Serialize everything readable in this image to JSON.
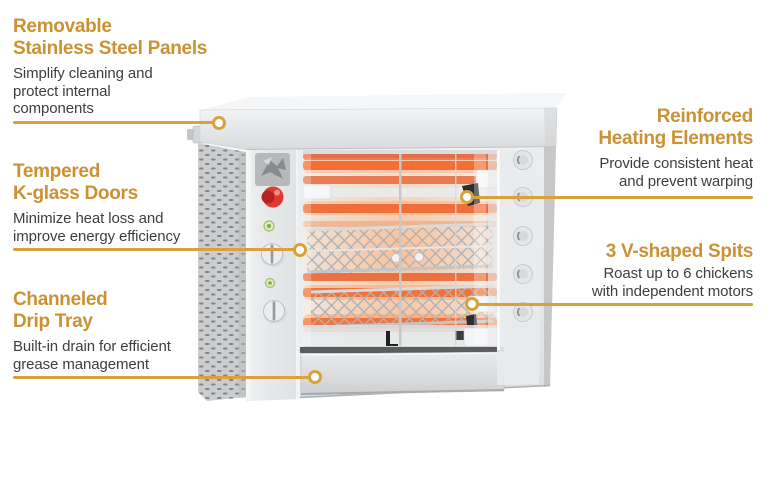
{
  "page": {
    "type": "product-feature-infographic",
    "subject": "Commercial rotisserie oven",
    "background": "#ffffff"
  },
  "colors": {
    "heading_gold": "#CB9233",
    "leader_line_gold": "#D7A23C",
    "body_text": "#3E3E3E",
    "heating_element_orange": "#E96A33",
    "stainless_steel_light": "#E9EAEC",
    "stainless_steel_dark": "#C8CACC",
    "emergency_button_red": "#DE3A32",
    "indicator_green": "#7FA843"
  },
  "callouts": [
    {
      "id": "removable-panels",
      "side": "left",
      "title": "Removable\nStainless Steel Panels",
      "description": "Simplify cleaning and\nprotect internal\ncomponents"
    },
    {
      "id": "tempered-doors",
      "side": "left",
      "title": "Tempered\nK-glass Doors",
      "description": "Minimize heat loss and\nimprove energy efficiency"
    },
    {
      "id": "drip-tray",
      "side": "left",
      "title": "Channeled\nDrip Tray",
      "description": "Built-in drain for efficient\ngrease management"
    },
    {
      "id": "heating-elements",
      "side": "right",
      "title": "Reinforced\nHeating Elements",
      "description": "Provide consistent heat\nand prevent warping"
    },
    {
      "id": "v-spits",
      "side": "right",
      "title": "3 V-shaped Spits",
      "description": "Roast up to 6 chickens\nwith independent motors"
    }
  ],
  "illustration": {
    "name": "rotisserie-oven",
    "visible_parts": [
      "stainless hood",
      "perforated side panel",
      "control panel with emergency stop",
      "glass doors",
      "heating elements",
      "spit cages",
      "motor knobs",
      "drip tray drawer"
    ]
  }
}
